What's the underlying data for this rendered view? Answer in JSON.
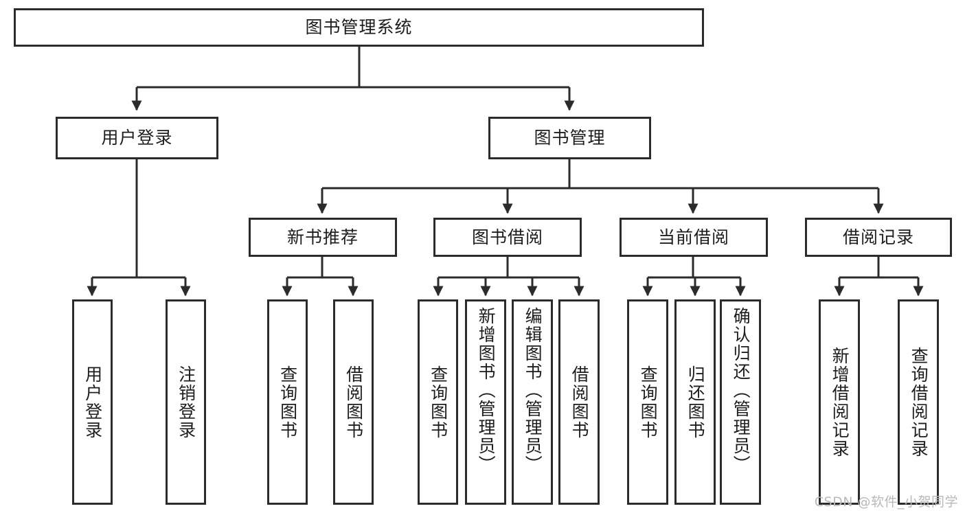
{
  "diagram": {
    "type": "tree",
    "title": "图书管理系统",
    "watermark": "CSDN @软件_小贺同学",
    "colors": {
      "box_border": "#2b2b2b",
      "box_fill": "#ffffff",
      "edge": "#2b2b2b",
      "text": "#1d1d1d",
      "watermark": "#b9b9b9",
      "background": "#ffffff"
    },
    "nodes": {
      "root": {
        "id": "root",
        "label": "图书管理系统",
        "level": 1,
        "orientation": "horizontal"
      },
      "level2": [
        {
          "id": "user-login",
          "label": "用户登录",
          "level": 2,
          "orientation": "horizontal"
        },
        {
          "id": "book-management",
          "label": "图书管理",
          "level": 2,
          "orientation": "horizontal"
        }
      ],
      "level3": [
        {
          "id": "new-book-recommend",
          "label": "新书推荐",
          "level": 3,
          "orientation": "horizontal",
          "parent": "book-management"
        },
        {
          "id": "book-borrow",
          "label": "图书借阅",
          "level": 3,
          "orientation": "horizontal",
          "parent": "book-management"
        },
        {
          "id": "current-borrow",
          "label": "当前借阅",
          "level": 3,
          "orientation": "horizontal",
          "parent": "book-management"
        },
        {
          "id": "borrow-record",
          "label": "借阅记录",
          "level": 3,
          "orientation": "horizontal",
          "parent": "book-management"
        }
      ],
      "leaves": [
        {
          "id": "leaf-user-login",
          "label": "用户登录",
          "parent": "user-login",
          "orientation": "vertical"
        },
        {
          "id": "leaf-logout-login",
          "label": "注销登录",
          "parent": "user-login",
          "orientation": "vertical"
        },
        {
          "id": "leaf-query-book-1",
          "label": "查询图书",
          "parent": "new-book-recommend",
          "orientation": "vertical"
        },
        {
          "id": "leaf-borrow-book-1",
          "label": "借阅图书",
          "parent": "new-book-recommend",
          "orientation": "vertical"
        },
        {
          "id": "leaf-query-book-2",
          "label": "查询图书",
          "parent": "book-borrow",
          "orientation": "vertical"
        },
        {
          "id": "leaf-add-book-admin",
          "label": "新增图书（管理员）",
          "parent": "book-borrow",
          "orientation": "vertical"
        },
        {
          "id": "leaf-edit-book-admin",
          "label": "编辑图书（管理员）",
          "parent": "book-borrow",
          "orientation": "vertical"
        },
        {
          "id": "leaf-borrow-book-2",
          "label": "借阅图书",
          "parent": "book-borrow",
          "orientation": "vertical"
        },
        {
          "id": "leaf-query-book-3",
          "label": "查询图书",
          "parent": "current-borrow",
          "orientation": "vertical"
        },
        {
          "id": "leaf-return-book",
          "label": "归还图书",
          "parent": "current-borrow",
          "orientation": "vertical"
        },
        {
          "id": "leaf-confirm-return-admin",
          "label": "确认归还（管理员）",
          "parent": "current-borrow",
          "orientation": "vertical"
        },
        {
          "id": "leaf-add-borrow-record",
          "label": "新增借阅记录",
          "parent": "borrow-record",
          "orientation": "vertical"
        },
        {
          "id": "leaf-query-borrow-record",
          "label": "查询借阅记录",
          "parent": "borrow-record",
          "orientation": "vertical"
        }
      ]
    }
  }
}
